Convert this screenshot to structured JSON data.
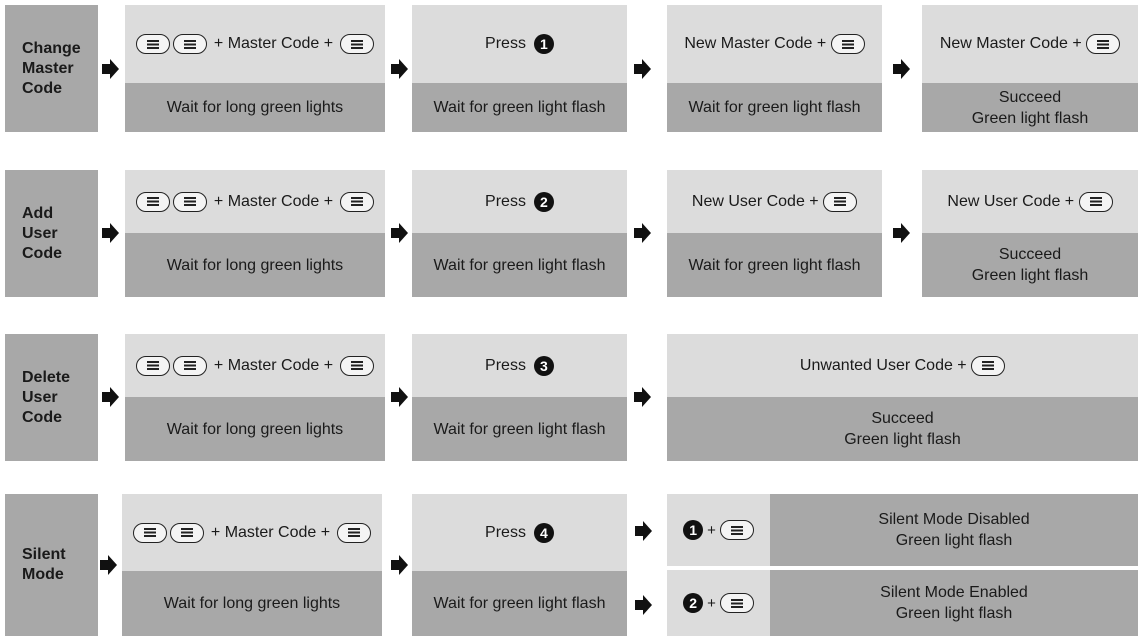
{
  "button_icon": "menu-lines-icon",
  "common": {
    "master_code_label": "+ Master Code +",
    "press_label": "Press",
    "wait_long": "Wait for long green lights",
    "wait_flash": "Wait for green light flash",
    "succeed": "Succeed",
    "green_flash": "Green light flash",
    "plus": "+"
  },
  "rows": [
    {
      "label_lines": [
        "Change",
        "Master",
        "Code"
      ],
      "step2_number": "1",
      "step3_text": "New Master Code +",
      "step4_text": "New Master Code +"
    },
    {
      "label_lines": [
        "Add",
        "User",
        "Code"
      ],
      "step2_number": "2",
      "step3_text": "New User Code +",
      "step4_text": "New User Code +"
    },
    {
      "label_lines": [
        "Delete",
        "User",
        "Code"
      ],
      "step2_number": "3",
      "step3_text": "Unwanted User Code +"
    },
    {
      "label_lines": [
        "Silent",
        "Mode"
      ],
      "step2_number": "4",
      "options": [
        {
          "number": "1",
          "line1": "Silent Mode Disabled",
          "line2": "Green light flash"
        },
        {
          "number": "2",
          "line1": "Silent Mode Enabled",
          "line2": "Green light flash"
        }
      ]
    }
  ]
}
